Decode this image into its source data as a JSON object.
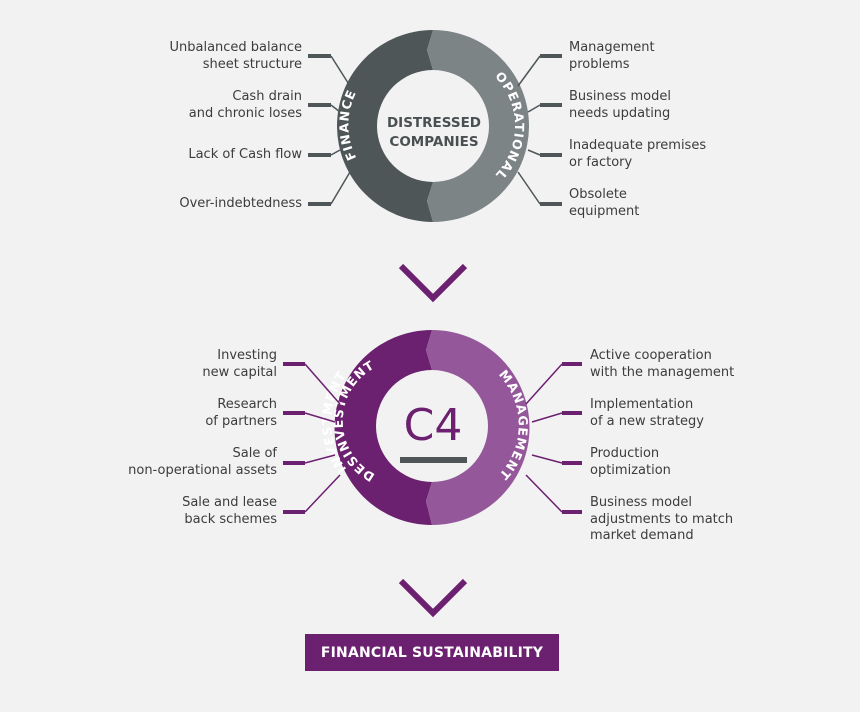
{
  "top_cycle": {
    "center_label_line1": "DISTRESSED",
    "center_label_line2": "COMPANIES",
    "left_segment_label": "FINANCE",
    "right_segment_label": "OPERATIONAL",
    "color_left": "#4f5658",
    "color_right": "#7d8486",
    "left_items": [
      "Unbalanced balance\nsheet structure",
      "Cash drain\nand chronic loses",
      "Lack of Cash flow",
      "Over-indebtedness"
    ],
    "right_items": [
      "Management\nproblems",
      "Business model\nneeds updating",
      "Inadequate premises\nor factory",
      "Obsolete\nequipment"
    ]
  },
  "bottom_cycle": {
    "center_logo_text": "C4",
    "left_segment_label_line1": "INVESTMENT",
    "left_segment_label_line2": "DESINVESTMENT",
    "right_segment_label": "MANAGEMENT",
    "color_left": "#6c2070",
    "color_right": "#94589a",
    "left_items": [
      "Investing\nnew capital",
      "Research\nof partners",
      "Sale of\nnon-operational assets",
      "Sale and lease\nback schemes"
    ],
    "right_items": [
      "Active cooperation\nwith the management",
      "Implementation\nof a new strategy",
      "Production\noptimization",
      "Business model\nadjustments to match\nmarket demand"
    ]
  },
  "final_label": "FINANCIAL SUSTAINABILITY",
  "arrow_color": "#6c2070"
}
